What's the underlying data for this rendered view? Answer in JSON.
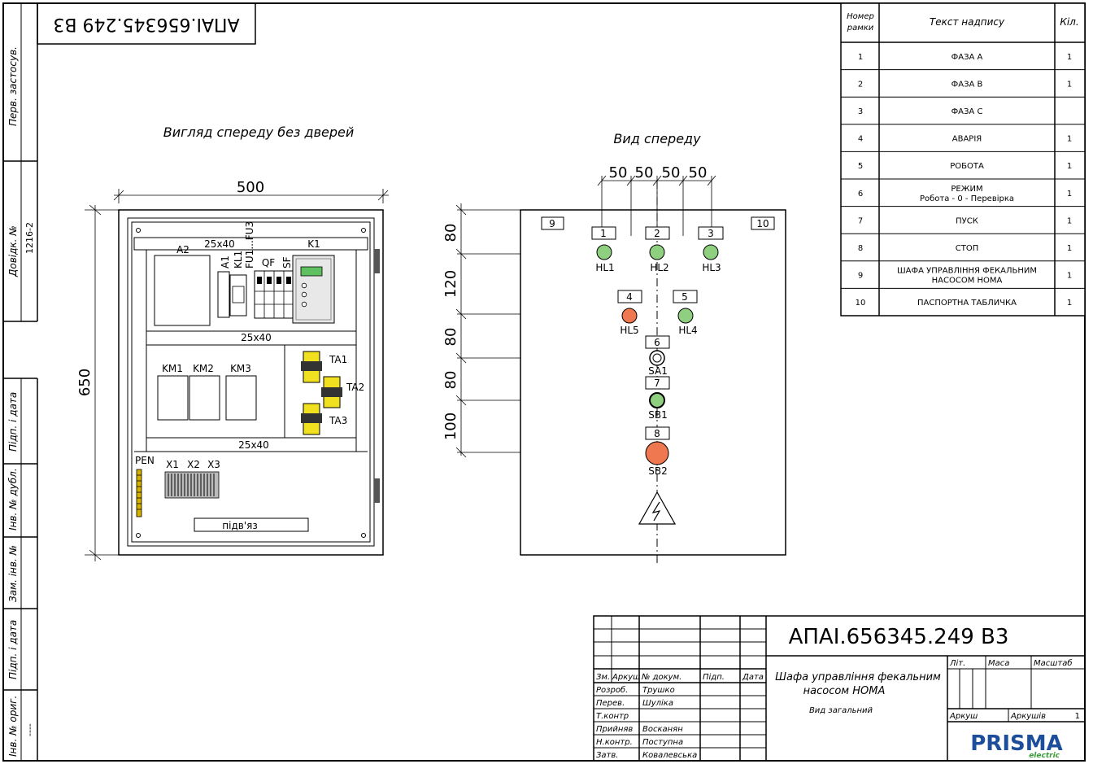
{
  "doc_code": "АПАІ.656345.249 В3",
  "doc_code_mirrored": "АПАІ.656345.249 В3",
  "left_strip": {
    "perv_zastosuv": "Перв. застосув.",
    "dovidk_no": "Довідк. №",
    "dovidk_value": "1216-2",
    "pidp_data_1": "Підп. і дата",
    "inv_dubl": "Інв. № дубл.",
    "zam_inv": "Зам. інв. №",
    "pidp_data_2": "Підп. і дата",
    "inv_oryg": "Інв. № ориг.",
    "inv_oryg_value": "----"
  },
  "front_no_door": {
    "title": "Вигляд спереду без дверей",
    "dim_width": "500",
    "dim_height": "650",
    "rail1": "25x40",
    "rail2": "25x40",
    "rail3": "25x40",
    "a2": "A2",
    "a1": "A1",
    "kl1": "KL1",
    "fu": "FU1...FU3",
    "qf": "QF",
    "sf": "SF",
    "k1": "K1",
    "km1": "KM1",
    "km2": "KM2",
    "km3": "KM3",
    "ta1": "TA1",
    "ta2": "TA2",
    "ta3": "TA3",
    "pen": "PEN",
    "x1": "X1",
    "x2": "X2",
    "x3": "X3",
    "cable_entry": "підв'яз"
  },
  "front_view": {
    "title": "Вид спереду",
    "dims_top": [
      "50",
      "50",
      "50",
      "50"
    ],
    "dims_left": [
      "80",
      "120",
      "80",
      "80",
      "100"
    ],
    "frames": [
      "1",
      "2",
      "3",
      "4",
      "5",
      "6",
      "7",
      "8",
      "9",
      "10"
    ],
    "hl1": "HL1",
    "hl2": "HL2",
    "hl3": "HL3",
    "hl5": "HL5",
    "hl4": "HL4",
    "sa1": "SA1",
    "sb1": "SB1",
    "sb2": "SB2"
  },
  "labels_table": {
    "headers": [
      "Номер рамки",
      "Текст надпису",
      "Кіл."
    ],
    "rows": [
      {
        "n": "1",
        "text": "ФАЗА А",
        "text2": "",
        "qty": "1"
      },
      {
        "n": "2",
        "text": "ФАЗА В",
        "text2": "",
        "qty": "1"
      },
      {
        "n": "3",
        "text": "ФАЗА С",
        "text2": "",
        "qty": ""
      },
      {
        "n": "4",
        "text": "АВАРІЯ",
        "text2": "",
        "qty": "1"
      },
      {
        "n": "5",
        "text": "РОБОТА",
        "text2": "",
        "qty": "1"
      },
      {
        "n": "6",
        "text": "РЕЖИМ",
        "text2": "Робота - 0 - Перевірка",
        "qty": "1"
      },
      {
        "n": "7",
        "text": "ПУСК",
        "text2": "",
        "qty": "1"
      },
      {
        "n": "8",
        "text": "СТОП",
        "text2": "",
        "qty": "1"
      },
      {
        "n": "9",
        "text": "ШАФА УПРАВЛІННЯ ФЕКАЛЬНИМ",
        "text2": "НАСОСОМ НОМА",
        "qty": "1"
      },
      {
        "n": "10",
        "text": "ПАСПОРТНА ТАБЛИЧКА",
        "text2": "",
        "qty": "1"
      }
    ]
  },
  "title_block": {
    "code": "АПАІ.656345.249 В3",
    "name_line1": "Шафа управління фекальним",
    "name_line2": "насосом НОМА",
    "subtitle": "Вид загальний",
    "col_zm": "Зм.",
    "col_arkush": "Аркуш",
    "col_dokum": "№ докум.",
    "col_pidp": "Підп.",
    "col_data": "Дата",
    "lit": "Літ.",
    "masa": "Маса",
    "masshtab": "Масштаб",
    "arkush": "Аркуш",
    "arkushiv": "Аркушів",
    "arkushiv_value": "1",
    "roles": [
      {
        "role": "Розроб.",
        "name": "Трушко"
      },
      {
        "role": "Перев.",
        "name": "Шуліка"
      },
      {
        "role": "Т.контр",
        "name": ""
      },
      {
        "role": "Прийняв",
        "name": "Восканян"
      },
      {
        "role": "Н.контр.",
        "name": "Поступна"
      },
      {
        "role": "Затв.",
        "name": "Ковалевська"
      }
    ],
    "logo_main": "PRISMA",
    "logo_sub": "electric"
  },
  "colors": {
    "green_lamp": "#8fd080",
    "red_lamp": "#f07850",
    "yellow_ct": "#f0e020",
    "logo_blue": "#1d4e9c",
    "logo_green": "#3a9a3a"
  }
}
